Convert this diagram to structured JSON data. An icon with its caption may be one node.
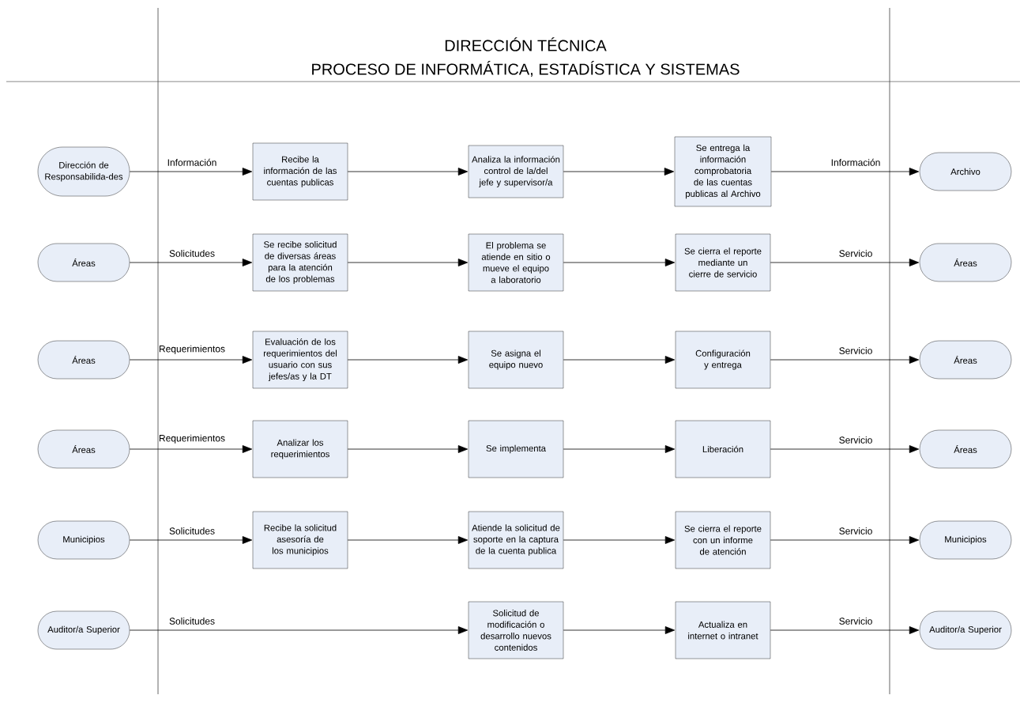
{
  "diagram": {
    "title": "DIRECCIÓN TÉCNICA",
    "nodes": [
      {
        "text": [
          "Dirección de Responsabilida-des"
        ]
      },
      {
        "text": [
          "Recibe la información de las cuentas publicas"
        ]
      },
      {
        "text": [
          "Analiza la información control de la/del jefe y supervisor/a"
        ]
      },
      {
        "text": [
          "Se entrega la información comprobatoria de las cuentas publicas al Archivo"
        ]
      },
      {
        "text": [
          "Archivo"
        ]
      },
      {
        "text": [
          "Áreas"
        ]
      },
      {
        "text": [
          "Se recibe solicitud de diversas áreas para la atención de los problemas"
        ]
      },
      {
        "text": [
          "El problema se atiende en sitio o mueve el equipo a laboratorio"
        ]
      },
      {
        "text": [
          "Se cierra el reporte mediante un cierre de servicio"
        ]
      },
      {
        "text": [
          "Áreas"
        ]
      },
      {
        "text": [
          "Áreas"
        ]
      },
      {
        "text": [
          "Evaluación de los requerimientos del usuario con sus jefes/as y la DT"
        ]
      },
      {
        "text": [
          "Se asigna el equipo nuevo"
        ]
      },
      {
        "text": [
          "Configuración y entrega"
        ]
      },
      {
        "text": [
          "Áreas"
        ]
      },
      {
        "text": [
          "Áreas"
        ]
      },
      {
        "text": [
          "Analizar los requerimientos"
        ]
      },
      {
        "text": [
          "Se implementa"
        ]
      },
      {
        "text": [
          "Liberación"
        ]
      },
      {
        "text": [
          "Áreas"
        ]
      },
      {
        "text": [
          "Municipios"
        ]
      },
      {
        "text": [
          "Recibe la solicitud asesoría de los municipios"
        ]
      },
      {
        "text": [
          "Atiende la solicitud de soporte en la captura de la cuenta publica"
        ]
      },
      {
        "text": [
          "Se cierra el reporte con un informe de atención"
        ]
      },
      {
        "text": [
          "Municipios"
        ]
      },
      {
        "text": [
          "Auditor/a Superior"
        ]
      },
      {
        "text": [
          "Solicitud de modificación o desarrollo nuevos contenidos"
        ]
      },
      {
        "text": [
          "Actualiza en internet o intranet"
        ]
      },
      {
        "text": [
          "Auditor/a Superior"
        ]
      }
    ],
    "edges": [
      {
        "from": 0,
        "to": 1,
        "arrow": "to",
        "label": "Información"
      },
      {
        "from": 1,
        "to": 2,
        "arrow": "to"
      },
      {
        "from": 2,
        "to": 3,
        "arrow": "to"
      },
      {
        "from": 3,
        "to": 4,
        "arrow": "to",
        "label": "Información"
      },
      {
        "from": 5,
        "to": 6,
        "arrow": "to",
        "label": "Solicitudes"
      },
      {
        "from": 6,
        "to": 7,
        "arrow": "to"
      },
      {
        "from": 7,
        "to": 8,
        "arrow": "to"
      },
      {
        "from": 8,
        "to": 9,
        "arrow": "to",
        "label": "Servicio"
      },
      {
        "from": 10,
        "to": 11,
        "arrow": "to",
        "label": "Requerimientos"
      },
      {
        "from": 11,
        "to": 12,
        "arrow": "to"
      },
      {
        "from": 12,
        "to": 13,
        "arrow": "to"
      },
      {
        "from": 13,
        "to": 14,
        "arrow": "to",
        "label": "Servicio"
      },
      {
        "from": 15,
        "to": 16,
        "arrow": "to",
        "label": "Requerimientos"
      },
      {
        "from": 16,
        "to": 17,
        "arrow": "to"
      },
      {
        "from": 17,
        "to": 18,
        "arrow": "to"
      },
      {
        "from": 18,
        "to": 19,
        "arrow": "to",
        "label": "Servicio"
      },
      {
        "from": 20,
        "to": 21,
        "arrow": "to",
        "label": "Solicitudes"
      },
      {
        "from": 21,
        "to": 22,
        "arrow": "to"
      },
      {
        "from": 22,
        "to": 23,
        "arrow": "to"
      },
      {
        "from": 23,
        "to": 24,
        "arrow": "to",
        "label": "Servicio"
      },
      {
        "from": 25,
        "to": 26,
        "arrow": "to",
        "label": "Solicitudes"
      },
      {
        "from": 26,
        "to": 27,
        "arrow": "to"
      },
      {
        "from": 27,
        "to": 28,
        "arrow": "to",
        "label": "Servicio"
      }
    ],
    "labels": [
      "PROCESO DE INFORMÁTICA, ESTADÍSTICA Y SISTEMAS"
    ]
  }
}
